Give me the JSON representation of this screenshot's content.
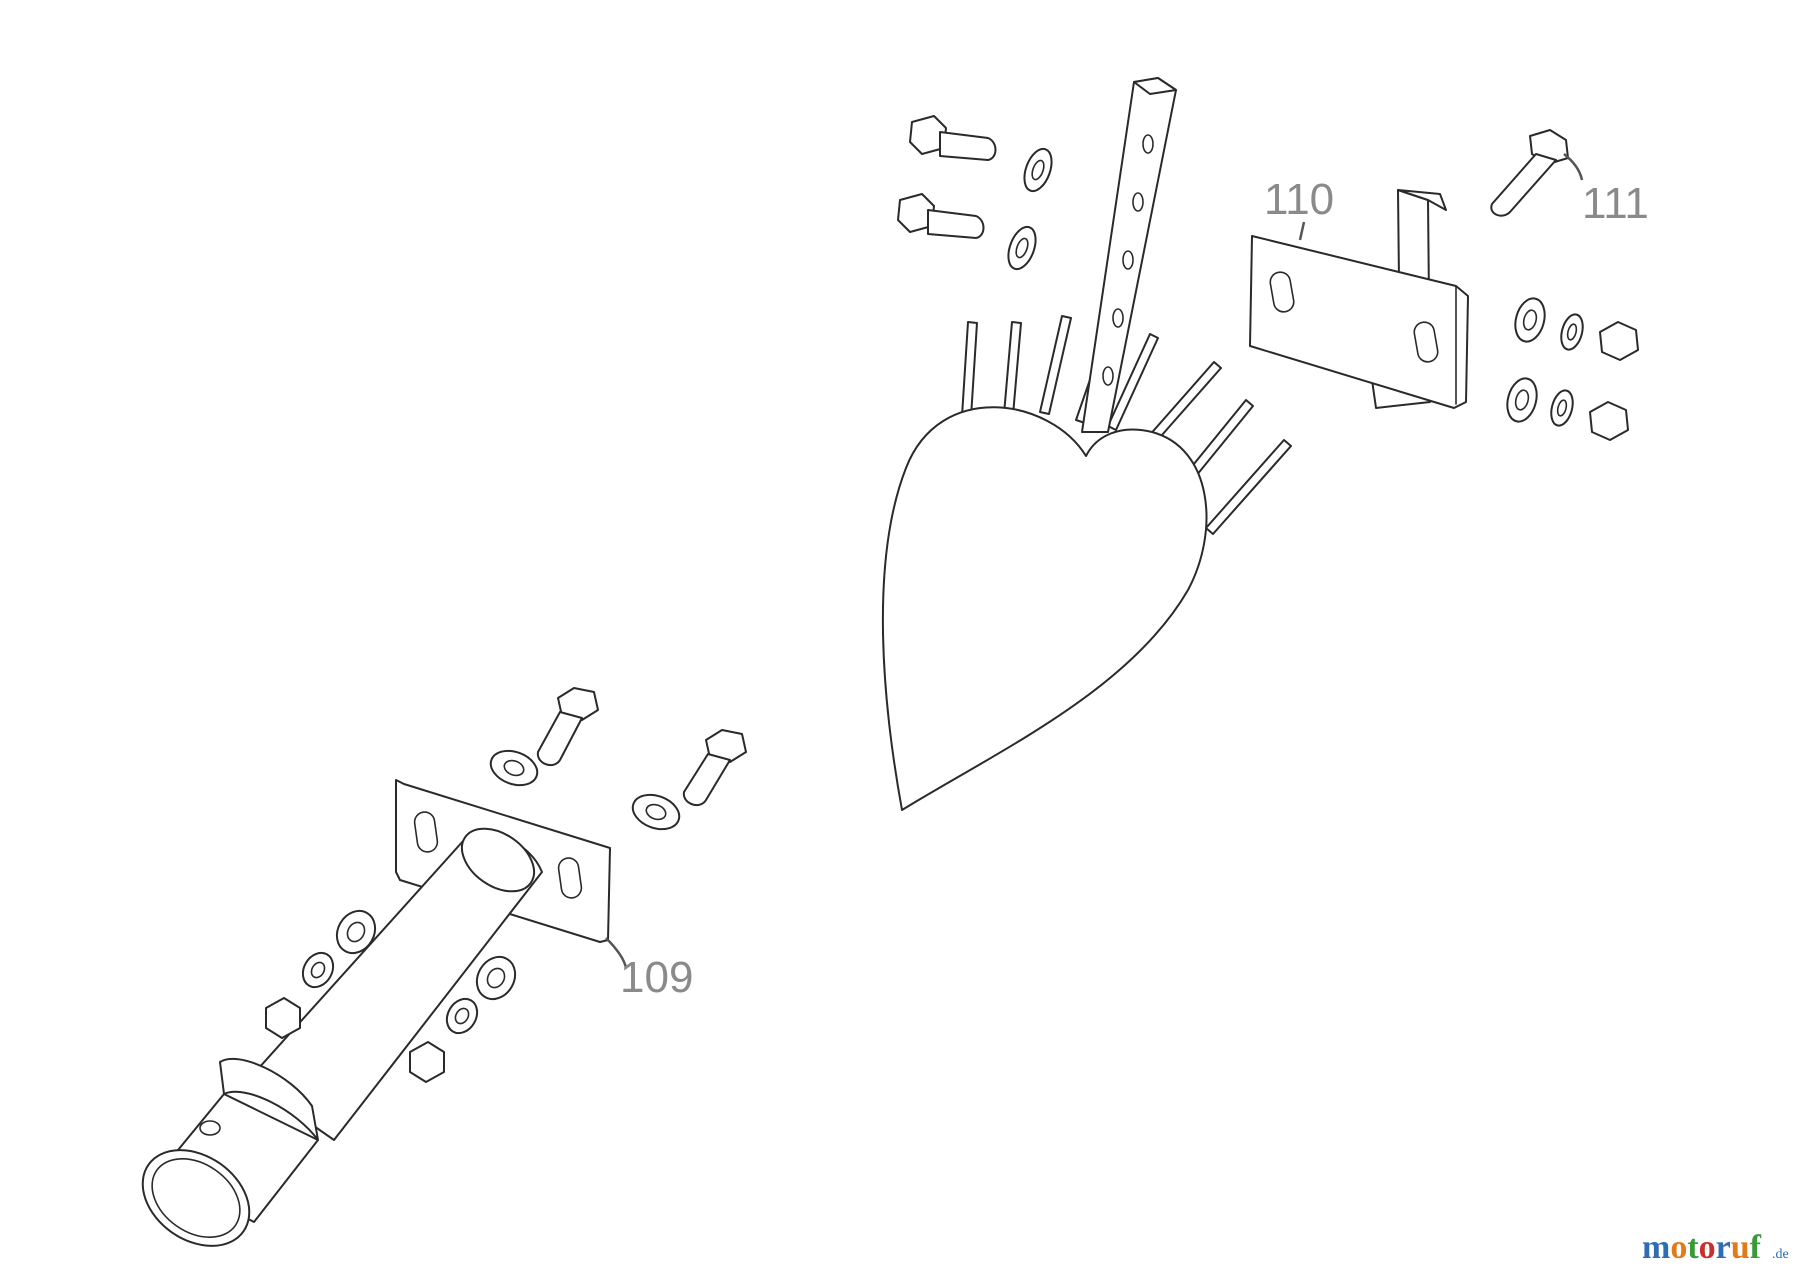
{
  "callouts": {
    "part_109": "109",
    "part_110": "110",
    "part_111": "111"
  },
  "watermark": {
    "text": "motoruf",
    "suffix": ".de",
    "colors": [
      "#2e6db4",
      "#e07b1a",
      "#3a9a3a",
      "#c8302c"
    ]
  },
  "colors": {
    "line": "#2a2a2a",
    "callout": "#8a8a8a",
    "background": "#ffffff"
  }
}
